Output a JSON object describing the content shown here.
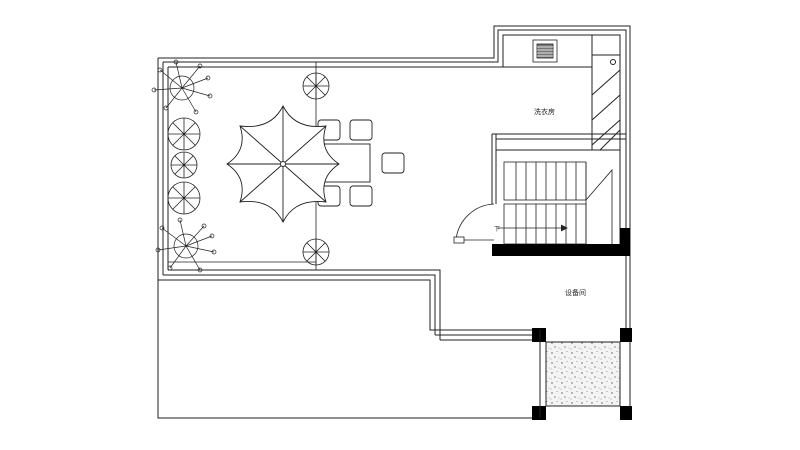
{
  "labels": {
    "room_upper_right": "洗衣房",
    "room_lower_right": "设备间",
    "stair_arrow": "下"
  },
  "colors": {
    "line": "#222222",
    "fill_black": "#000000",
    "background": "#ffffff",
    "terrazzo": "#eeeeee"
  }
}
